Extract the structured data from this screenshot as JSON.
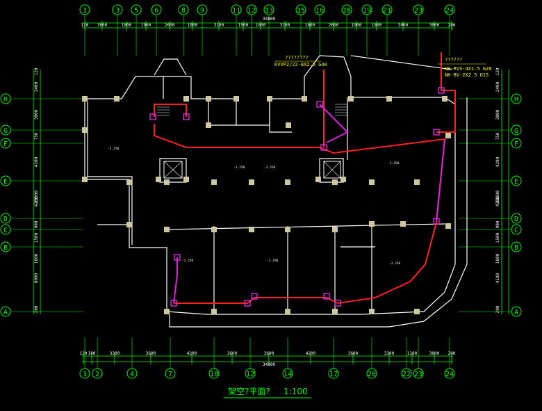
{
  "drawing": {
    "title": "架空?平面?",
    "scale": "1:100"
  },
  "grid_top": {
    "labels": [
      "1",
      "3",
      "5",
      "6",
      "8",
      "9",
      "11",
      "12",
      "13",
      "15",
      "16",
      "18",
      "19",
      "21",
      "23",
      "24"
    ],
    "spacings": [
      "120",
      "3000",
      "1800",
      "1900",
      "2600",
      "1800",
      "3100",
      "1500",
      "1600",
      "3100",
      "1800",
      "2600",
      "1900",
      "1800",
      "3000",
      "3000",
      "200"
    ],
    "total": "34800"
  },
  "grid_bottom": {
    "labels": [
      "1",
      "2",
      "4",
      "7",
      "10",
      "12",
      "14",
      "17",
      "20",
      "22",
      "23",
      "24"
    ],
    "spacings": [
      "120",
      "100",
      "3300",
      "3600",
      "4200",
      "3600",
      "3600",
      "4200",
      "3600",
      "3300",
      "1100",
      "3000",
      "200"
    ],
    "total": "34800"
  },
  "grid_rows": {
    "labels": [
      "H",
      "G",
      "F",
      "E",
      "D",
      "C",
      "B",
      "A"
    ],
    "left_dims": [
      "120",
      "2400",
      "3000",
      "750",
      "4200",
      "23300",
      "4200",
      "900",
      "1500",
      "1800",
      "6000",
      "200"
    ],
    "right_dims": [
      "120",
      "2400",
      "3000",
      "750",
      "4200",
      "23300",
      "4200",
      "900",
      "1500",
      "1800",
      "4100",
      "200"
    ]
  },
  "annotations": {
    "left_cable_title": "????????",
    "left_cable": "KVVP2/22-8X2.5 G40",
    "right_cable_title": "??????",
    "right_cable_1": "NH-RVS-4X1.5 G20",
    "right_cable_2": "NH-BV-2X2.5 G15"
  },
  "elevations": [
    "-2.250",
    "-2.250",
    "-2.250",
    "-2.250",
    "-2.250",
    "-2.250",
    "-2.250"
  ],
  "colors": {
    "grid": "#00ff00",
    "wall": "#ffffff",
    "column": "#ccc8a0",
    "wire": "#ff2020",
    "wire_alt": "#e020e0",
    "device": "#ff30ff",
    "note": "#ffff00"
  }
}
